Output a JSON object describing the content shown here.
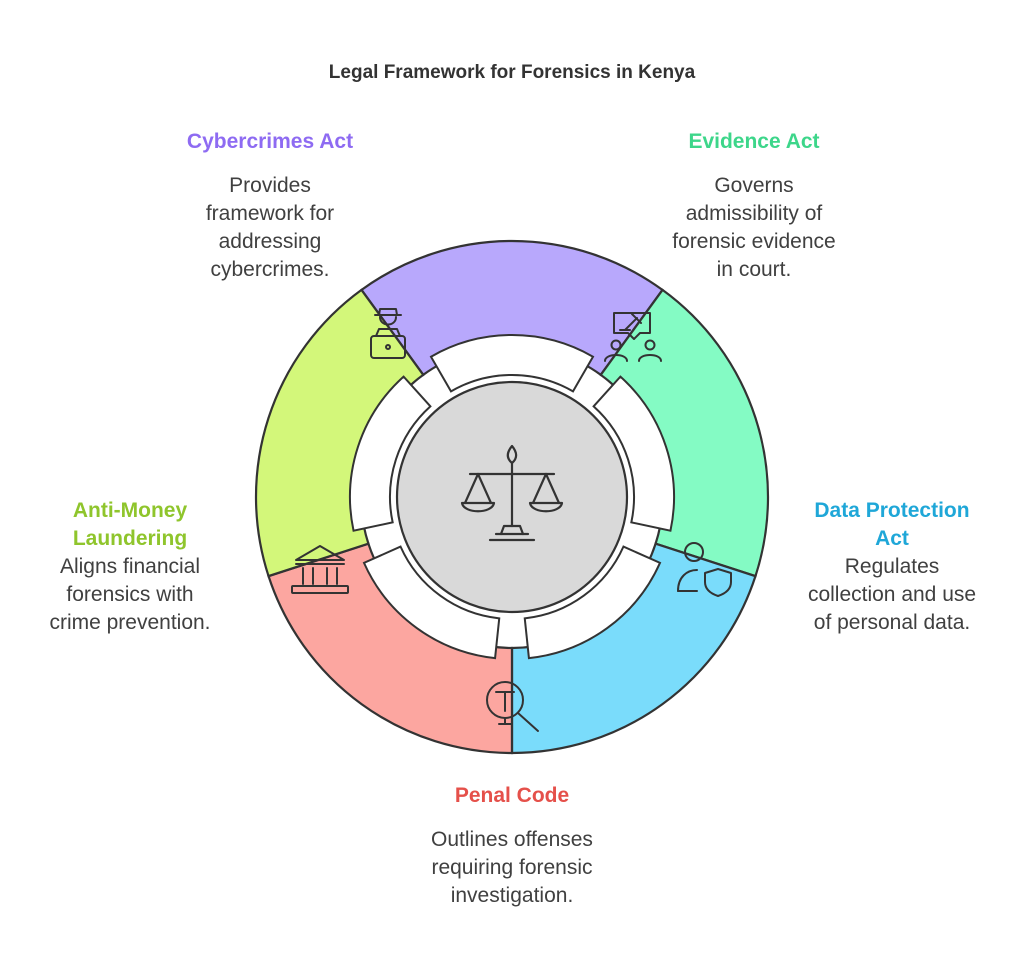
{
  "title": "Legal Framework for Forensics in Kenya",
  "center_icon": "scales-of-justice-icon",
  "segments": [
    {
      "name": "Cybercrimes Act",
      "description": "Provides framework for addressing cybercrimes.",
      "desc_lines": [
        "Provides",
        "framework for",
        "addressing",
        "cybercrimes."
      ],
      "color": "#B8A8FC",
      "label_color": "#8E6BF2",
      "icon": "hacker-laptop-icon"
    },
    {
      "name": "Evidence Act",
      "description": "Governs admissibility of forensic evidence in court.",
      "desc_lines": [
        "Governs",
        "admissibility of",
        "forensic evidence",
        "in court."
      ],
      "color": "#84FBC4",
      "label_color": "#3DD68A",
      "icon": "court-hearing-icon"
    },
    {
      "name": "Data Protection Act",
      "description": "Regulates collection and use of personal data.",
      "name_lines": [
        "Data Protection",
        "Act"
      ],
      "desc_lines": [
        "Regulates",
        "collection and use",
        "of personal data."
      ],
      "color": "#7ADCFB",
      "label_color": "#1FA7D8",
      "icon": "user-shield-icon"
    },
    {
      "name": "Penal Code",
      "description": "Outlines offenses requiring forensic investigation.",
      "desc_lines": [
        "Outlines offenses",
        "requiring forensic",
        "investigation."
      ],
      "color": "#FCA6A0",
      "label_color": "#E5504A",
      "icon": "magnifier-t-icon"
    },
    {
      "name": "Anti-Money Laundering",
      "description": "Aligns financial forensics with crime prevention.",
      "name_lines": [
        "Anti-Money",
        "Laundering"
      ],
      "desc_lines": [
        "Aligns financial",
        "forensics with",
        "crime prevention."
      ],
      "color": "#D3F77A",
      "label_color": "#8FC52C",
      "icon": "bank-building-icon"
    }
  ]
}
